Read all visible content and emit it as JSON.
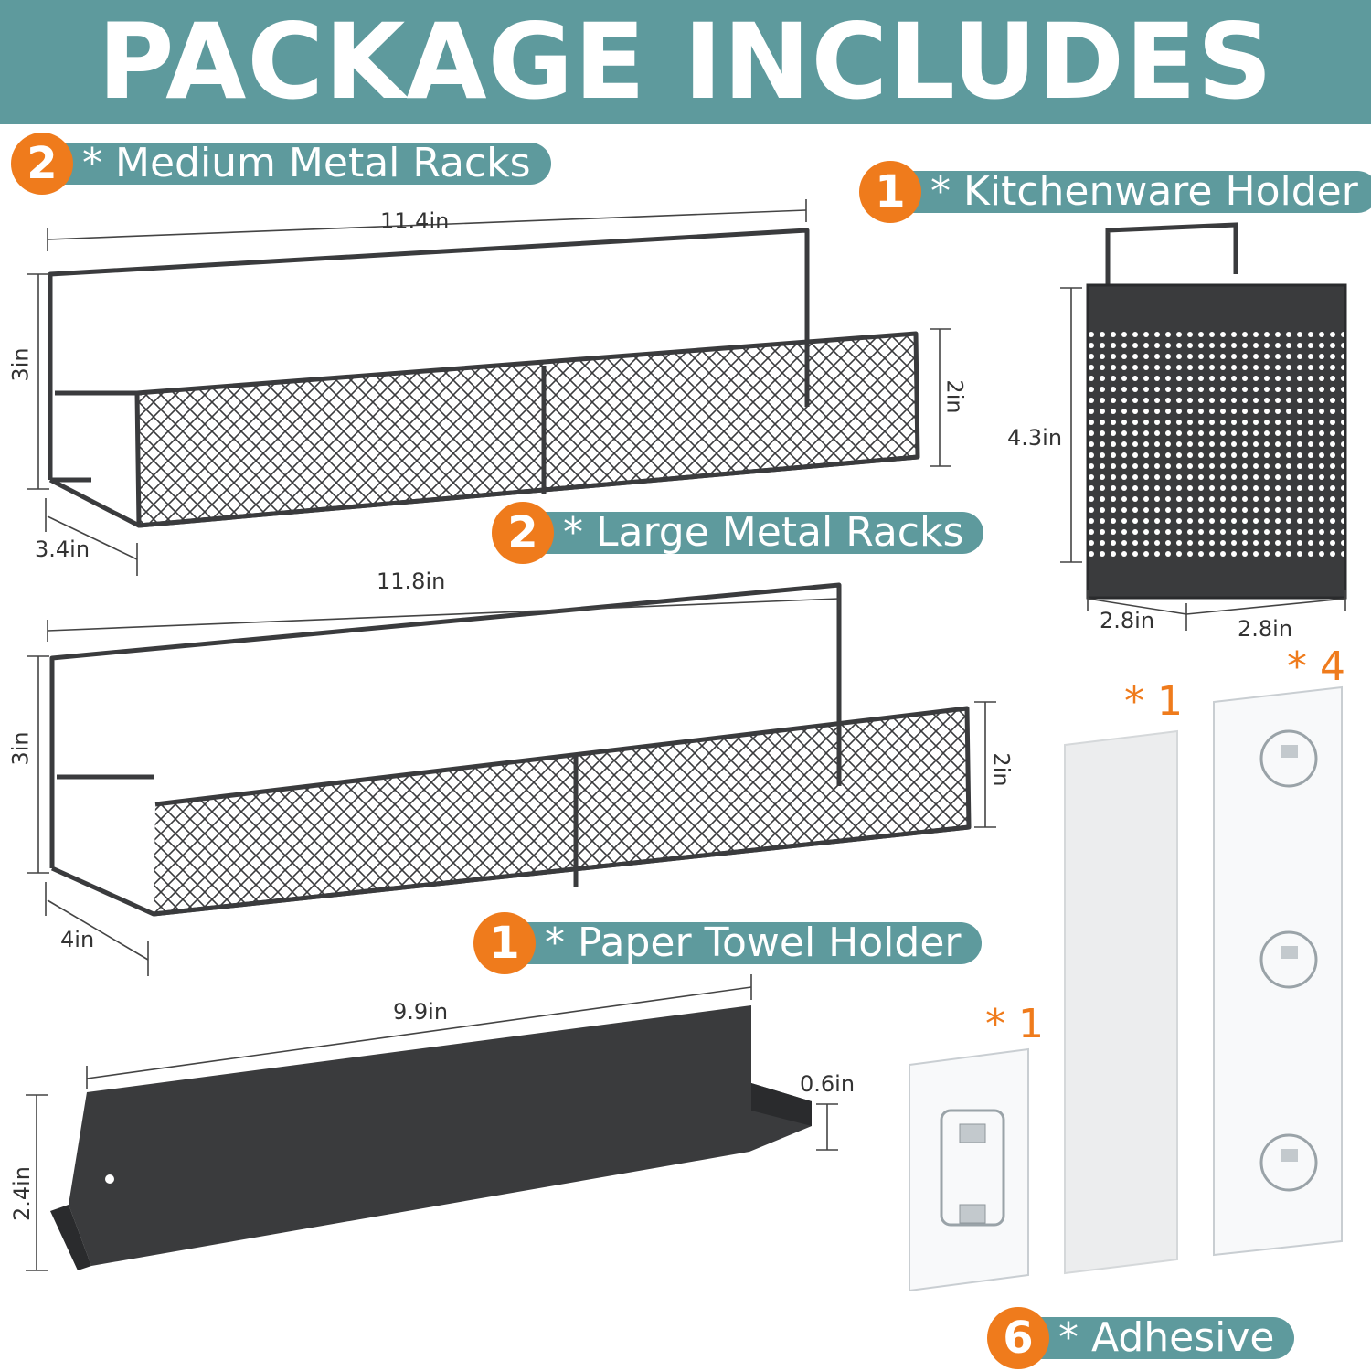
{
  "title": "PACKAGE INCLUDES",
  "colors": {
    "banner": "#5e9a9d",
    "accent": "#ef7b1c",
    "product": "#3a3b3d"
  },
  "items": {
    "medium_racks": {
      "count": "2",
      "label": "* Medium Metal Racks"
    },
    "large_racks": {
      "count": "2",
      "label": "* Large Metal Racks"
    },
    "kitchenware": {
      "count": "1",
      "label": "* Kitchenware Holder"
    },
    "paper_towel": {
      "count": "1",
      "label": "* Paper Towel Holder"
    },
    "adhesive": {
      "count": "6",
      "label": "* Adhesive"
    }
  },
  "dimensions": {
    "medium_width": "11.4in",
    "medium_height": "3in",
    "medium_depth": "3.4in",
    "medium_basket_height": "2in",
    "large_width": "11.8in",
    "large_height": "3in",
    "large_depth": "4in",
    "large_basket_height": "2in",
    "holder_height": "4.3in",
    "holder_width": "2.8in",
    "holder_depth": "2.8in",
    "towel_width": "9.9in",
    "towel_height": "2.4in",
    "towel_lip": "0.6in"
  },
  "adhesive_quantities": {
    "small": "* 1",
    "strip": "* 1",
    "long": "* 4"
  }
}
